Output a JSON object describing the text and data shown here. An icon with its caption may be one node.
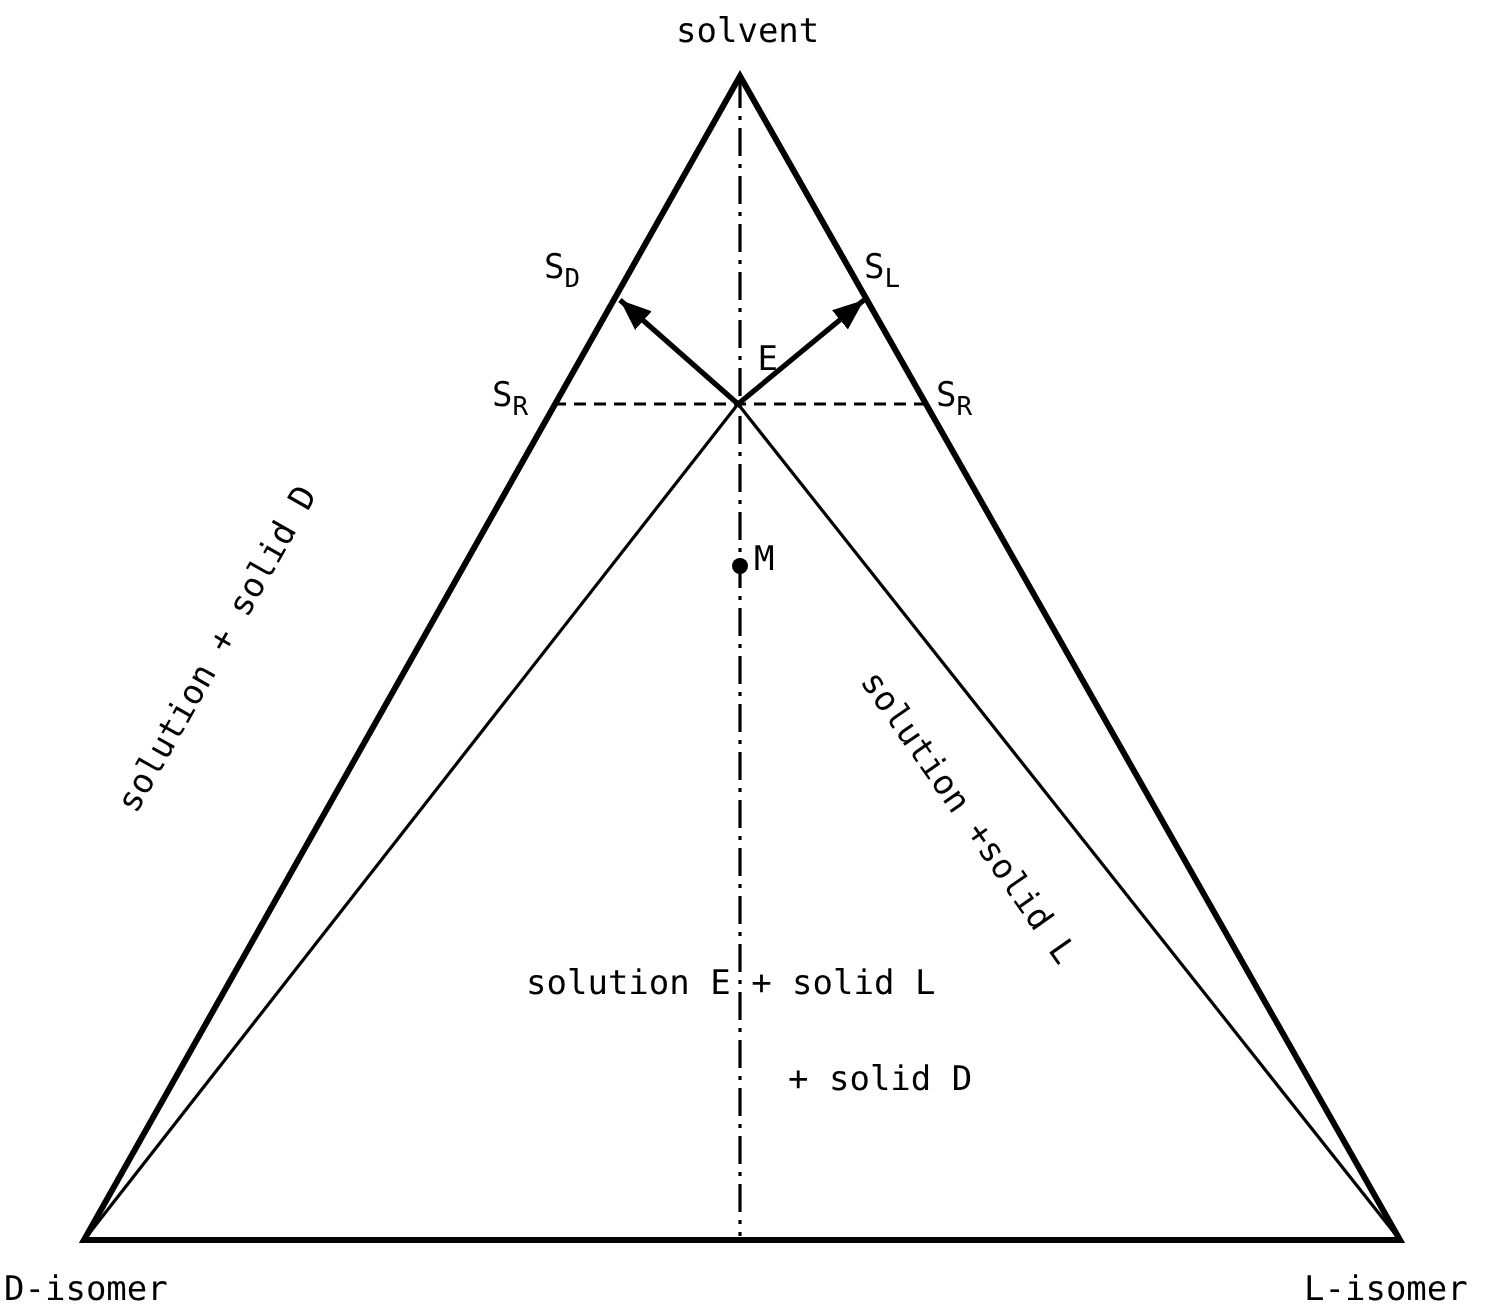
{
  "diagram": {
    "nodes": [
      {
        "text": [
          "S$_{D}$"
        ]
      },
      {
        "text": [
          "S$_{L}$"
        ]
      },
      {
        "text": [
          "E"
        ]
      }
    ],
    "edges": [
      {
        "from": 2,
        "to": 0,
        "arrow": "to"
      },
      {
        "from": 2,
        "to": 1,
        "arrow": "to"
      }
    ],
    "labels": [
      "solvent",
      "S$_{R}$",
      "S$_{R}$",
      "M",
      "solution + solid D",
      "solution +solid L",
      "solution E + solid L",
      "+ solid D",
      "D-isomer",
      "L-isomer"
    ]
  }
}
